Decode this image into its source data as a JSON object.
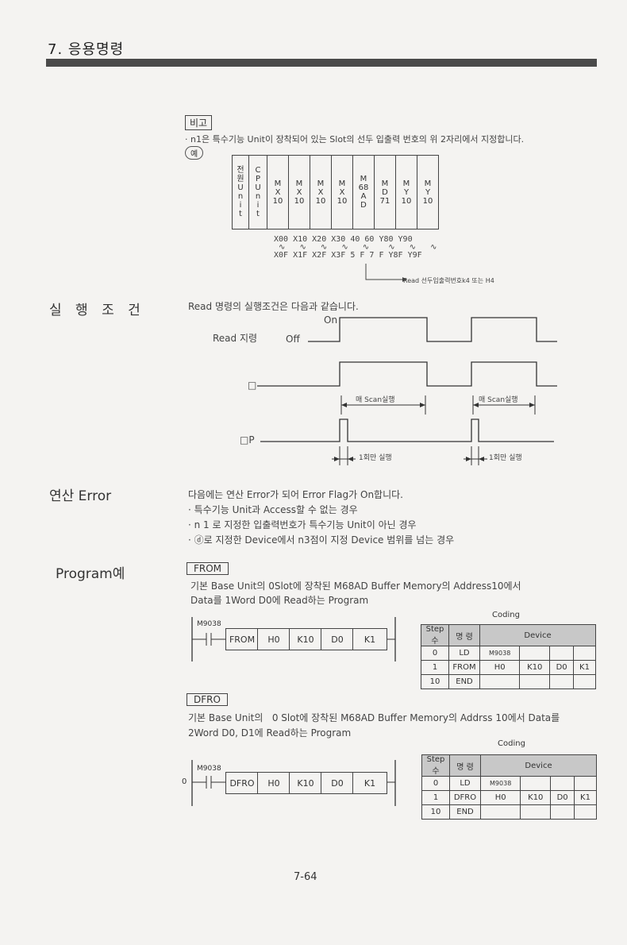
{
  "header": {
    "title": "7. 응용명령"
  },
  "note": {
    "label": "비고",
    "text": "· n1은 특수기능 Unit이 장착되어 있는 Slot의 선두 입출력 번호의 위 2자리에서 지정합니다.",
    "example": "예"
  },
  "slots": [
    {
      "text": "전\n원\nU\nn\ni\nt"
    },
    {
      "text": "C\nP\nU\nn\ni\nt"
    },
    {
      "text": "M\nX\n10"
    },
    {
      "text": "M\nX\n10"
    },
    {
      "text": "M\nX\n10"
    },
    {
      "text": "M\nX\n10"
    },
    {
      "text": "M\n68\nA\nD"
    },
    {
      "text": "M\nD\n71"
    },
    {
      "text": "M\nY\n10"
    },
    {
      "text": "M\nY\n10"
    }
  ],
  "address": {
    "start_row": "X00 X10 X20 X30  40   60  Y80 Y90",
    "tilde_row": " ∿   ∿   ∿   ∿   ∿    ∿   ∿   ∿",
    "end_row": "X0F X1F X2F X3F 5 F  7 F Y8F Y9F",
    "read_note": "Read 선두입출력번호k4 또는 H4"
  },
  "exec": {
    "heading": "실 행 조 건",
    "intro": "Read 명령의 실행조건은 다음과 같습니다.",
    "on_label": "On",
    "off_label": "Off",
    "read_label": "Read 지령",
    "box_label": "□",
    "boxp_label": "□P",
    "scan1": "매 Scan실행",
    "scan2": "매 Scan실행",
    "once1": "1회만 실행",
    "once2": "1회만 실행"
  },
  "error": {
    "heading": "연산 Error",
    "intro": "다음에는 연산 Error가 되어 Error Flag가 On합니다.",
    "items": [
      "· 특수기능 Unit과 Access할 수 없는 경우",
      "· n 1 로 지정한 입출력번호가 특수기능 Unit이 아닌 경우",
      "· ⓓ로 지정한 Device에서 n3점이 지정 Device 범위를 넘는 경우"
    ]
  },
  "program": {
    "heading": "Program예",
    "from": {
      "tag": "FROM",
      "desc1": "기본 Base Unit의 0Slot에 장착된 M68AD Buffer Memory의 Address10에서",
      "desc2": "Data를 1Word D0에 Read하는 Program",
      "contact": "M9038",
      "boxes": [
        "FROM",
        "H0",
        "K10",
        "D0",
        "K1"
      ],
      "coding_title": "Coding",
      "table_header": [
        "Step수",
        "명 령",
        "Device"
      ],
      "rows": [
        {
          "step": "0",
          "cmd": "LD",
          "dev": [
            "M9038",
            "",
            "",
            ""
          ]
        },
        {
          "step": "1",
          "cmd": "FROM",
          "dev": [
            "H0",
            "K10",
            "D0",
            "K1"
          ]
        },
        {
          "step": "10",
          "cmd": "END",
          "dev": [
            "",
            "",
            "",
            ""
          ]
        }
      ]
    },
    "dfro": {
      "tag": "DFRO",
      "desc1": "기본 Base Unit의   0 Slot에 장착된 M68AD Buffer Memory의 Addrss 10에서 Data를",
      "desc2": "2Word D0, D1에 Read하는 Program",
      "step0": "0",
      "contact": "M9038",
      "boxes": [
        "DFRO",
        "H0",
        "K10",
        "D0",
        "K1"
      ],
      "coding_title": "Coding",
      "table_header": [
        "Step수",
        "명 령",
        "Device"
      ],
      "rows": [
        {
          "step": "0",
          "cmd": "LD",
          "dev": [
            "M9038",
            "",
            "",
            ""
          ]
        },
        {
          "step": "1",
          "cmd": "DFRO",
          "dev": [
            "H0",
            "K10",
            "D0",
            "K1"
          ]
        },
        {
          "step": "10",
          "cmd": "END",
          "dev": [
            "",
            "",
            "",
            ""
          ]
        }
      ]
    }
  },
  "page_number": "7-64"
}
